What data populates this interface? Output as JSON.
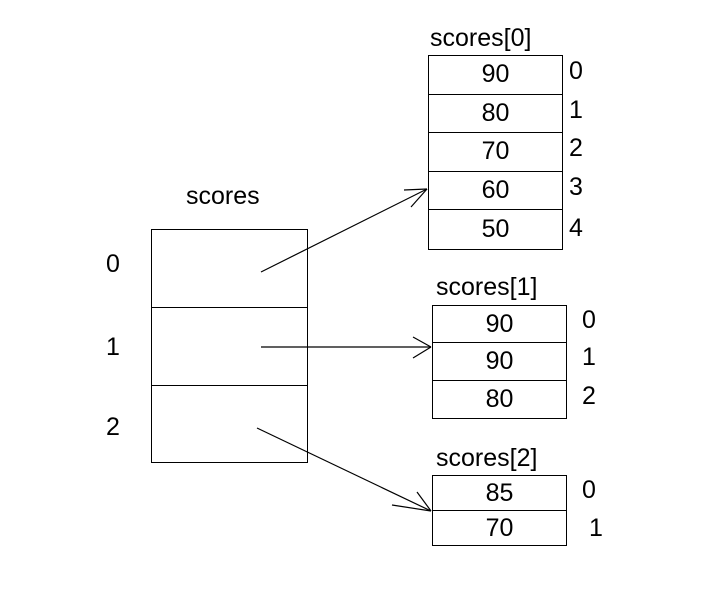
{
  "diagram": {
    "title_outer": "scores",
    "outer_array": {
      "name": "scores",
      "indices": [
        "0",
        "1",
        "2"
      ],
      "cells": [
        "",
        "",
        ""
      ]
    },
    "inner_arrays": [
      {
        "label": "scores[0]",
        "values": [
          "90",
          "80",
          "70",
          "60",
          "50"
        ],
        "indices": [
          "0",
          "1",
          "2",
          "3",
          "4"
        ]
      },
      {
        "label": "scores[1]",
        "values": [
          "90",
          "90",
          "80"
        ],
        "indices": [
          "0",
          "1",
          "2"
        ]
      },
      {
        "label": "scores[2]",
        "values": [
          "85",
          "70"
        ],
        "indices": [
          "0",
          "1"
        ]
      }
    ],
    "colors": {
      "stroke": "#000000",
      "background": "#ffffff",
      "text": "#000000"
    }
  }
}
